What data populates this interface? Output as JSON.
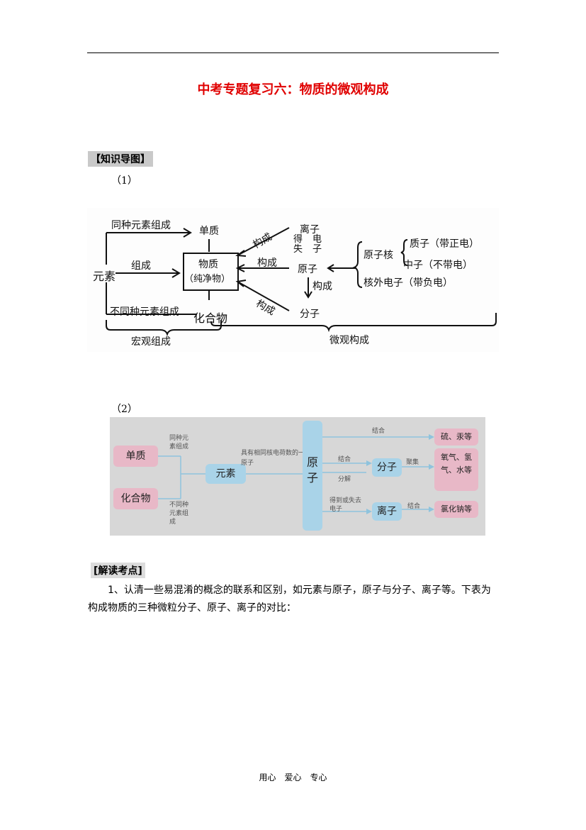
{
  "title": "中考专题复习六：物质的微观构成",
  "section1": "【知识导图】",
  "num1": "（1）",
  "num2": "（2）",
  "section2": "[解读考点]",
  "para1": "1、认清一些易混淆的概念的联系和区别，如元素与原子，原子与分子、离子等。下表为构成物质的三种微粒分子、原子、离子的对比：",
  "footer": "用心　爱心　专心",
  "diagram1": {
    "same_element": "同种元素组成",
    "element": "元素",
    "compose": "组成",
    "diff_element": "不同种元素组成",
    "single": "单质",
    "matter": "物质",
    "pure": "（纯净物）",
    "compound": "化合物",
    "macro": "宏观组成",
    "micro": "微观构成",
    "construct1": "构成",
    "construct2": "构成",
    "construct3": "构成",
    "construct4": "构成",
    "ion": "离子",
    "gain_lose": "得失",
    "electron": "电子",
    "atom": "原子",
    "molecule": "分子",
    "nucleus": "原子核",
    "proton": "质子（带正电）",
    "neutron": "中子（不带电）",
    "outer_electron": "核外电子（带负电）"
  },
  "diagram2": {
    "single": "单质",
    "compound": "化合物",
    "same_elem": "同种元素组成",
    "diff_elem": "不同种元素组成",
    "element": "元素",
    "same_charge": "具有相同核电荷数的一类原子",
    "atom": "原子",
    "combine_top": "结合",
    "combine_mid": "结合",
    "decompose": "分解",
    "gain_lose": "得到或失去电子",
    "molecule": "分子",
    "aggregate": "聚集",
    "ion": "离子",
    "combine_bot": "结合",
    "sulfur": "硫、汞等",
    "gases": "氧气、氢气、水等",
    "nacl": "氯化钠等"
  }
}
